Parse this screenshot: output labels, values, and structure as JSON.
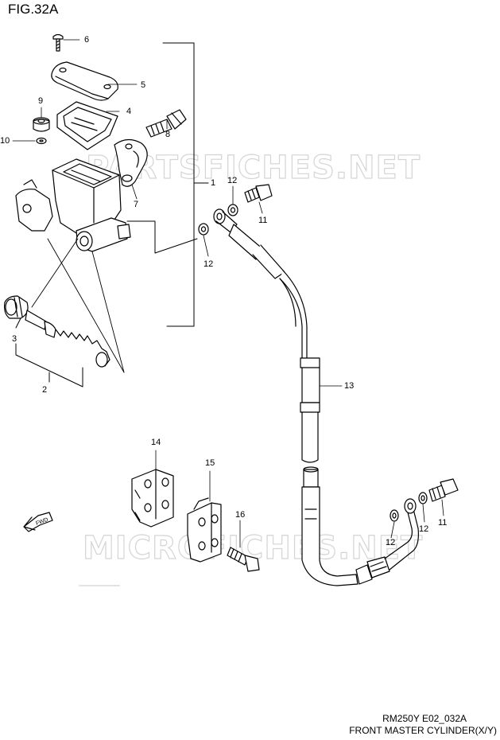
{
  "figure": {
    "title": "FIG.32A"
  },
  "callouts": {
    "c1": "1",
    "c2": "2",
    "c3": "3",
    "c4": "4",
    "c5": "5",
    "c6": "6",
    "c7": "7",
    "c8": "8",
    "c9": "9",
    "c10": "10",
    "c11a": "11",
    "c11b": "11",
    "c12a": "12",
    "c12b": "12",
    "c12c": "12",
    "c12d": "12",
    "c13": "13",
    "c14": "14",
    "c15": "15",
    "c16": "16"
  },
  "fwd_label": "FWD",
  "watermarks": {
    "top": "PARTSFICHES.NET",
    "bottom": "MICROFICHES.NET"
  },
  "footer": {
    "code": "RM250Y E02_032A",
    "name": "FRONT MASTER CYLINDER(X/Y)"
  }
}
